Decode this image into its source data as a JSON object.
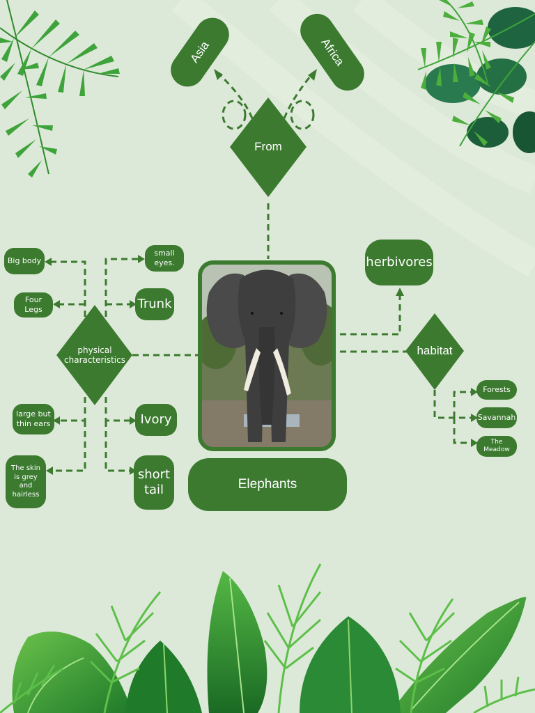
{
  "center": {
    "title": "Elephants",
    "image": "elephant-photo"
  },
  "origin": {
    "label": "From",
    "places": [
      "Asia",
      "Africa"
    ]
  },
  "diet": {
    "label": "herbivores"
  },
  "habitat": {
    "label": "habitat",
    "items": [
      "Forests",
      "Savannah",
      "The Meadow"
    ]
  },
  "physical": {
    "label": "physical characteristics",
    "items": {
      "big_body": "Big body",
      "four_legs": "Four Legs",
      "small_eyes": "small eyes.",
      "trunk": "Trunk",
      "ears": "large but thin ears",
      "skin": "The skin is grey and hairless",
      "ivory": "Ivory",
      "tail": "short tail"
    }
  },
  "colors": {
    "node": "#3b7a2f",
    "background": "#dde9d8",
    "connector": "#3b7a2f"
  }
}
